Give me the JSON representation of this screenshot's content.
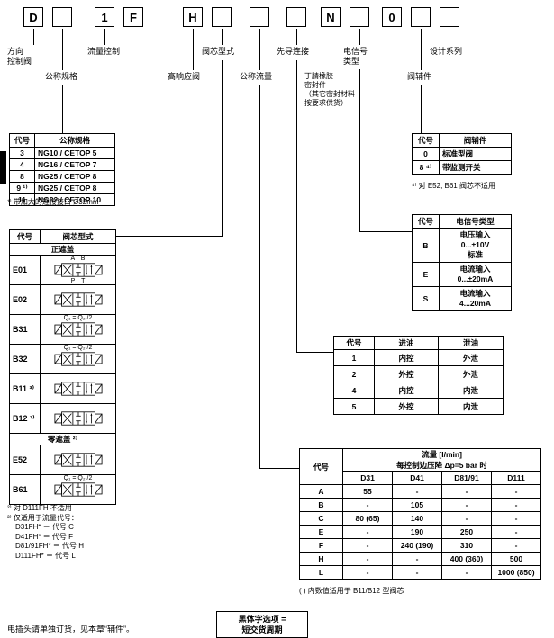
{
  "order_code": {
    "boxes": [
      "D",
      "",
      "1",
      "F",
      "H",
      "",
      "",
      "",
      "N",
      "",
      "0",
      "",
      ""
    ],
    "labels": {
      "directional": "方向\n控制阀",
      "size": "公称规格",
      "flow_control": "流量控制",
      "high_response": "高响应阀",
      "spool_type": "阀芯型式",
      "nominal_flow": "公称流量",
      "pilot_connection": "先导连接",
      "seal": "丁腈橡胶\n密封件\n（其它密封材料\n按要求供货）",
      "signal_type": "电信号\n类型",
      "design_series": "设计系列",
      "accessories": "阀辅件"
    }
  },
  "size_table": {
    "headers": [
      "代号",
      "公称规格"
    ],
    "rows": [
      [
        "3",
        "NG10 / CETOP 5"
      ],
      [
        "4",
        "NG16 / CETOP 7"
      ],
      [
        "8",
        "NG25 / CETOP 8"
      ],
      [
        "9 ¹⁾",
        "NG25 / CETOP 8"
      ],
      [
        "11",
        "NG32 / CETOP 10"
      ]
    ],
    "footnote": "¹⁾ 带加大的连接接口 Ø32mm"
  },
  "spool_table": {
    "headers": [
      "代号",
      "阀芯型式"
    ],
    "section_positive": "正遮盖",
    "section_zero": "零遮盖 ²⁾",
    "rows": [
      {
        "code": "E01",
        "ann_top": "A　B",
        "ann_bottom": "P　T"
      },
      {
        "code": "E02"
      },
      {
        "code": "B31",
        "ann_top": "Q₁ = Q₂ /2"
      },
      {
        "code": "B32",
        "ann_top": "Q₁ = Q₂ /2"
      },
      {
        "code": "B11 ³⁾"
      },
      {
        "code": "B12 ³⁾"
      },
      {
        "code": "E52"
      },
      {
        "code": "B61",
        "ann_top": "Q₁ = Q₂ /2"
      }
    ],
    "footnotes": [
      "²⁾ 对 D111FH 不适用",
      "³⁾ 仅适用于流量代号：",
      "D31FH* ＝ 代号 C",
      "D41FH* ＝ 代号 F",
      "D81/91FH* ＝ 代号 H",
      "D111FH* ＝ 代号 L"
    ]
  },
  "accessory_table": {
    "headers": [
      "代号",
      "阀辅件"
    ],
    "rows": [
      [
        "0",
        "标准型阀"
      ],
      [
        "8 ⁴⁾",
        "带监测开关"
      ]
    ],
    "footnote": "⁴⁾ 对 E52, B61 阀芯不适用"
  },
  "signal_table": {
    "headers": [
      "代号",
      "电信号类型"
    ],
    "rows": [
      [
        "B",
        "电压输入\n0...±10V\n标准"
      ],
      [
        "E",
        "电流输入\n0...±20mA"
      ],
      [
        "S",
        "电流输入\n4...20mA"
      ]
    ]
  },
  "pilot_table": {
    "headers": [
      "代号",
      "进油",
      "泄油"
    ],
    "rows": [
      [
        "1",
        "内控",
        "外泄"
      ],
      [
        "2",
        "外控",
        "外泄"
      ],
      [
        "4",
        "内控",
        "内泄"
      ],
      [
        "5",
        "外控",
        "内泄"
      ]
    ]
  },
  "flow_table": {
    "corner_header": "代号",
    "title_line1": "流量 [l/min]",
    "title_line2": "每控制边压降 Δp=5 bar 时",
    "columns": [
      "D31",
      "D41",
      "D81/91",
      "D111"
    ],
    "rows": [
      {
        "code": "A",
        "values": [
          "55",
          "-",
          "-",
          "-"
        ]
      },
      {
        "code": "B",
        "values": [
          "-",
          "105",
          "-",
          "-"
        ]
      },
      {
        "code": "C",
        "values": [
          "80 (65)",
          "140",
          "-",
          "-"
        ]
      },
      {
        "code": "E",
        "values": [
          "-",
          "190",
          "250",
          "-"
        ]
      },
      {
        "code": "F",
        "values": [
          "-",
          "240 (190)",
          "310",
          "-"
        ]
      },
      {
        "code": "H",
        "values": [
          "-",
          "-",
          "400 (360)",
          "500"
        ]
      },
      {
        "code": "L",
        "values": [
          "-",
          "-",
          "-",
          "1000 (850)"
        ]
      }
    ],
    "footnote": "( ) 内数值适用于 B11/B12 型阀芯"
  },
  "notes": {
    "bold_option_line1": "黑体字选项 =",
    "bold_option_line2": "短交货周期",
    "connector_note": "电插头请单独订货，见本章“辅件”。"
  }
}
